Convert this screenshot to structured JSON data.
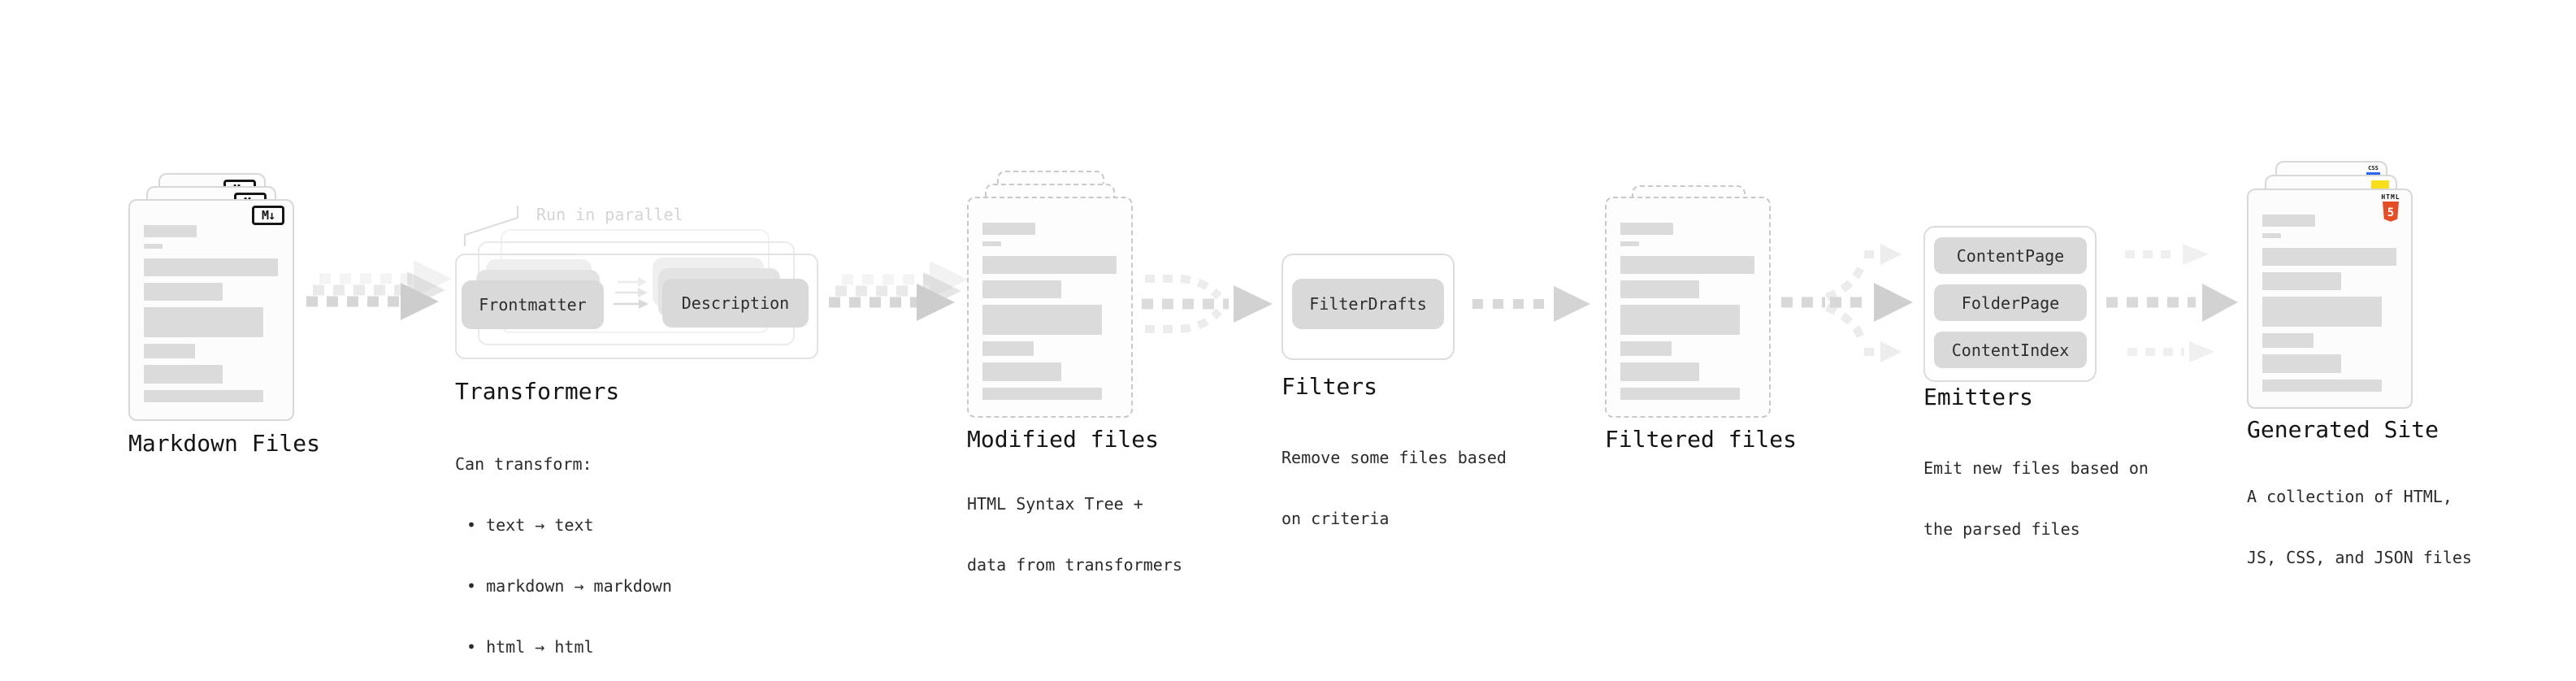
{
  "annotation": {
    "run_in_parallel": "Run in parallel"
  },
  "badges": {
    "markdown": "M↓",
    "html_label": "HTML",
    "html_number": "5",
    "css_label": "CSS"
  },
  "colors": {
    "html5_orange": "#e44d26",
    "js_yellow": "#f7df1e",
    "css_blue": "#2965f1"
  },
  "groups": [
    {
      "id": "markdown-files",
      "label": "Markdown Files"
    },
    {
      "id": "transformers",
      "label": "Transformers",
      "sub": "Can transform:",
      "bullets": [
        "• text → text",
        "• markdown → markdown",
        "• html → html"
      ],
      "nodes": [
        "Frontmatter",
        "Description"
      ]
    },
    {
      "id": "modified-files",
      "label": "Modified files",
      "sub_lines": [
        "HTML Syntax Tree +",
        "data from transformers"
      ]
    },
    {
      "id": "filters",
      "label": "Filters",
      "sub_lines": [
        "Remove some files based",
        "on criteria"
      ],
      "nodes": [
        "FilterDrafts"
      ]
    },
    {
      "id": "filtered-files",
      "label": "Filtered files"
    },
    {
      "id": "emitters",
      "label": "Emitters",
      "sub_lines": [
        "Emit new files based on",
        "the parsed files"
      ],
      "nodes": [
        "ContentPage",
        "FolderPage",
        "ContentIndex"
      ]
    },
    {
      "id": "generated-site",
      "label": "Generated Site",
      "sub_lines": [
        "A collection of HTML,",
        "JS, CSS, and JSON files"
      ]
    }
  ]
}
